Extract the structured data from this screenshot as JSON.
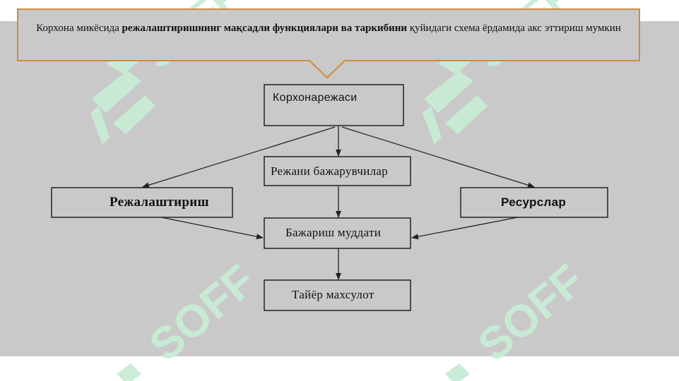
{
  "callout": {
    "text_before": "Корхона микёсида ",
    "text_bold": "режалаштиришнинг мақсадли функциялари ва таркибини",
    "text_after": " қуйидаги схема ёрдамида акс эттириш мумкин"
  },
  "diagram": {
    "nodes": {
      "plan": "Корхонарежаси",
      "executors": "Режани бажарувчилар",
      "planning": "Режалаштириш",
      "resources": "Ресурслар",
      "deadline": "Бажариш муддати",
      "product": "Тайёр махсулот"
    }
  },
  "watermark": {
    "text": "SOFF",
    "color": "#c8ecd6"
  },
  "colors": {
    "panel": "#c9c9c9",
    "callout_border": "#d08a3c",
    "callout_fill": "#c9c9c9",
    "box_border": "#222222",
    "line": "#222222"
  }
}
